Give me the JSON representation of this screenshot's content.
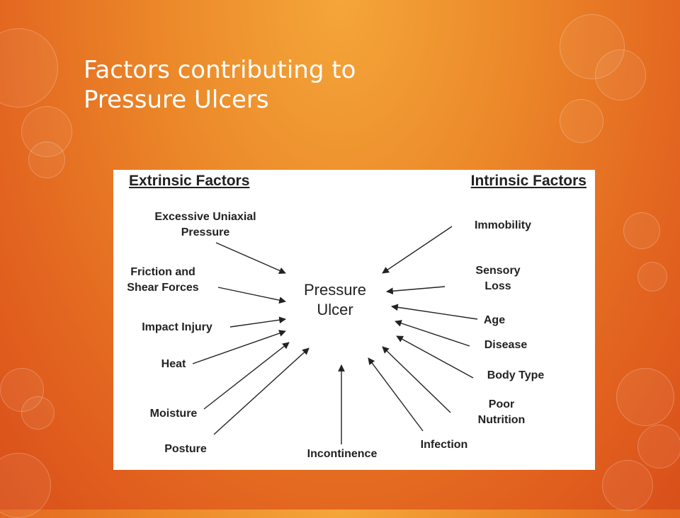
{
  "title": {
    "line1": "Factors contributing to",
    "line2": "Pressure Ulcers"
  },
  "diagram": {
    "extrinsic_header": "Extrinsic Factors",
    "intrinsic_header": "Intrinsic Factors",
    "center": {
      "line1": "Pressure",
      "line2": "Ulcer"
    },
    "extrinsic": [
      {
        "line1": "Excessive Uniaxial",
        "line2": "Pressure"
      },
      {
        "line1": "Friction and",
        "line2": "Shear Forces"
      },
      {
        "line1": "Impact  Injury"
      },
      {
        "line1": "Heat"
      },
      {
        "line1": "Moisture"
      },
      {
        "line1": "Posture"
      }
    ],
    "bottom": {
      "line1": "Incontinence"
    },
    "intrinsic": [
      {
        "line1": "Immobility"
      },
      {
        "line1": "Sensory",
        "line2": "Loss"
      },
      {
        "line1": "Age"
      },
      {
        "line1": "Disease"
      },
      {
        "line1": "Body Type"
      },
      {
        "line1": "Poor",
        "line2": "Nutrition"
      },
      {
        "line1": "Infection"
      }
    ]
  }
}
